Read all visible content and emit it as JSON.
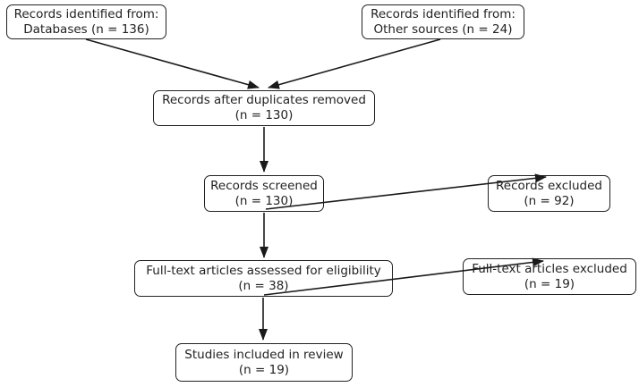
{
  "colors": {
    "background": "#ffffff",
    "box_fill": "#ffffff",
    "box_border": "#222222",
    "text": "#222222",
    "arrow": "#1a1a1a"
  },
  "nodes": [
    {
      "id": "identified-databases",
      "line1": "Records identified from:",
      "line2": "Databases (n = 136)",
      "n": 136
    },
    {
      "id": "identified-other-sources",
      "line1": "Records identified from:",
      "line2": "Other sources (n = 24)",
      "n": 24
    },
    {
      "id": "after-duplicates-removed",
      "line1": "Records after duplicates removed",
      "line2": "(n = 130)",
      "n": 130
    },
    {
      "id": "records-screened",
      "line1": "Records screened",
      "line2": "(n = 130)",
      "n": 130
    },
    {
      "id": "records-excluded",
      "line1": "Records excluded",
      "line2": "(n = 92)",
      "n": 92
    },
    {
      "id": "fulltext-assessed",
      "line1": "Full-text articles assessed for eligibility",
      "line2": "(n = 38)",
      "n": 38
    },
    {
      "id": "fulltext-excluded",
      "line1": "Full-text articles excluded",
      "line2": "(n = 19)",
      "n": 19
    },
    {
      "id": "studies-included",
      "line1": "Studies included in review",
      "line2": "(n = 19)",
      "n": 19
    }
  ],
  "edges": [
    {
      "from": "identified-databases",
      "to": "after-duplicates-removed"
    },
    {
      "from": "identified-other-sources",
      "to": "after-duplicates-removed"
    },
    {
      "from": "after-duplicates-removed",
      "to": "records-screened"
    },
    {
      "from": "records-screened",
      "to": "records-excluded"
    },
    {
      "from": "records-screened",
      "to": "fulltext-assessed"
    },
    {
      "from": "fulltext-assessed",
      "to": "fulltext-excluded"
    },
    {
      "from": "fulltext-assessed",
      "to": "studies-included"
    }
  ]
}
